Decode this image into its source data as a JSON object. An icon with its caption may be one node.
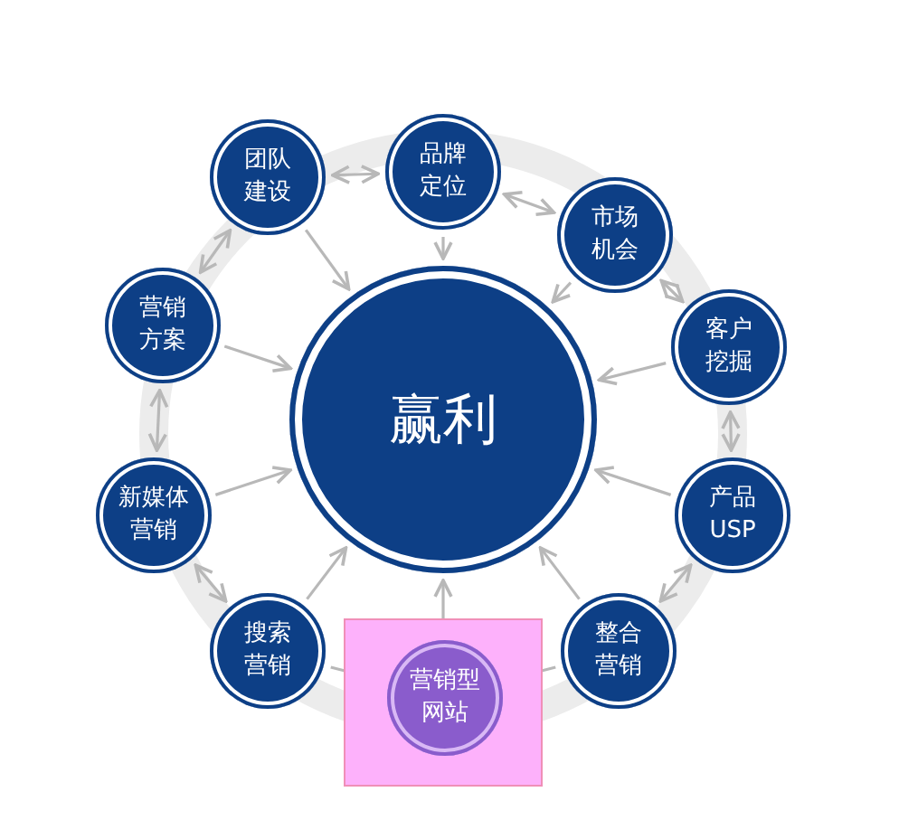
{
  "diagram": {
    "nodes": [
      {
        "text": [
          "赢利"
        ]
      },
      {
        "text": [
          "品牌定位"
        ]
      },
      {
        "text": [
          "市场机会"
        ]
      },
      {
        "text": [
          "客户挖掘"
        ]
      },
      {
        "text": [
          "产品USP"
        ]
      },
      {
        "text": [
          "整合营销"
        ]
      },
      {
        "text": [],
        "shape": "box"
      },
      {
        "text": [
          "营销型网站"
        ],
        "in": 6
      },
      {
        "text": [
          "搜索营销"
        ]
      },
      {
        "text": [
          "新媒体营销"
        ]
      },
      {
        "text": [
          "营销方案"
        ]
      },
      {
        "text": [
          "团队建设"
        ]
      }
    ],
    "edges": [
      {
        "from": 1,
        "to": 0,
        "arrow": "to"
      },
      {
        "from": 2,
        "to": 0,
        "arrow": "to"
      },
      {
        "from": 3,
        "to": 0,
        "arrow": "to"
      },
      {
        "from": 4,
        "to": 0,
        "arrow": "to"
      },
      {
        "from": 5,
        "to": 0,
        "arrow": "to"
      },
      {
        "from": 7,
        "to": 0,
        "arrow": "to"
      },
      {
        "from": 8,
        "to": 0,
        "arrow": "to"
      },
      {
        "from": 9,
        "to": 0,
        "arrow": "to"
      },
      {
        "from": 10,
        "to": 0,
        "arrow": "to"
      },
      {
        "from": 11,
        "to": 0,
        "arrow": "to"
      },
      {
        "from": 11,
        "to": 1,
        "arrow": "both"
      },
      {
        "from": 1,
        "to": 2,
        "arrow": "both"
      },
      {
        "from": 2,
        "to": 3,
        "arrow": "both"
      },
      {
        "from": 3,
        "to": 4,
        "arrow": "both"
      },
      {
        "from": 4,
        "to": 5,
        "arrow": "both"
      },
      {
        "from": 5,
        "to": 7,
        "arrow": "to"
      },
      {
        "from": 8,
        "to": 7,
        "arrow": "to"
      },
      {
        "from": 9,
        "to": 8,
        "arrow": "both"
      },
      {
        "from": 10,
        "to": 9,
        "arrow": "both"
      },
      {
        "from": 11,
        "to": 10,
        "arrow": "both"
      }
    ]
  }
}
